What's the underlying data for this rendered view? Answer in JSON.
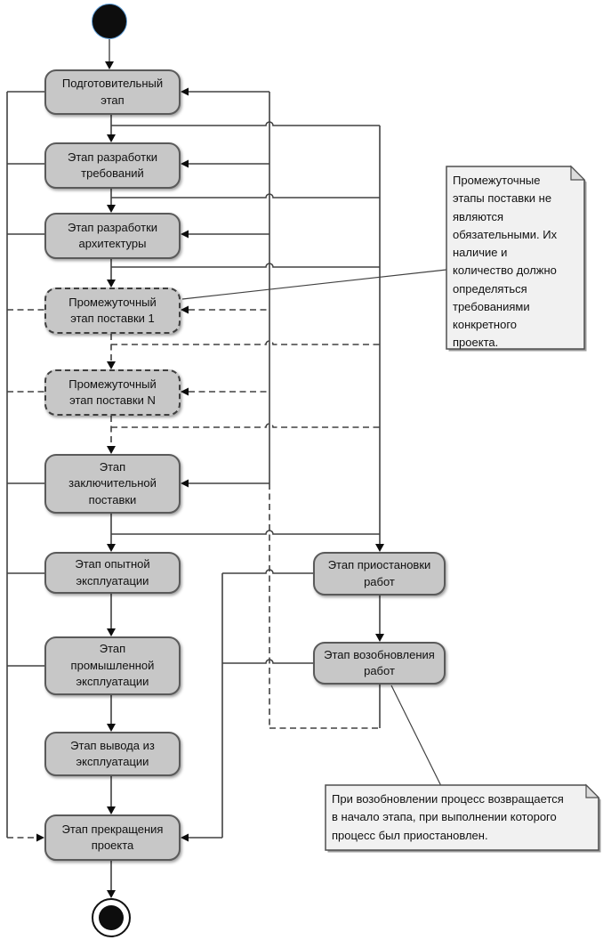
{
  "diagram": {
    "kind": "uml-activity-diagram",
    "nodes": {
      "preparation": {
        "label": "Подготовительный\nэтап"
      },
      "requirements": {
        "label": "Этап разработки\nтребований"
      },
      "architecture": {
        "label": "Этап разработки\nархитектуры"
      },
      "delivery_1": {
        "label": "Промежуточный\nэтап поставки 1",
        "border": "dashed"
      },
      "delivery_n": {
        "label": "Промежуточный\nэтап поставки N",
        "border": "dashed"
      },
      "final_delivery": {
        "label": "Этап\nзаключительной\nпоставки"
      },
      "trial_operation": {
        "label": "Этап опытной\nэксплуатации"
      },
      "industrial_operation": {
        "label": "Этап\nпромышленной\nэксплуатации"
      },
      "decommissioning": {
        "label": "Этап вывода из\nэксплуатации"
      },
      "termination": {
        "label": "Этап прекращения\nпроекта"
      },
      "suspension": {
        "label": "Этап приостановки\nработ"
      },
      "resumption": {
        "label": "Этап возобновления\nработ"
      }
    },
    "notes": {
      "intermediate_stages": {
        "text": "Промежуточные\nэтапы поставки не\nявляются\nобязательными. Их\nналичие и\nколичество должно\nопределяться\nтребованиями\nконкретного\nпроекта.",
        "attached_to": "delivery_1"
      },
      "resume_behavior": {
        "text": "При возобновлении процесс возвращается\nв начало этапа, при выполнении которого\nпроцесс был приостановлен.",
        "attached_to": "resumption"
      }
    },
    "edges": [
      {
        "from": "start",
        "to": "preparation",
        "style": "solid"
      },
      {
        "from": "preparation",
        "to": "requirements",
        "style": "solid"
      },
      {
        "from": "requirements",
        "to": "architecture",
        "style": "solid"
      },
      {
        "from": "architecture",
        "to": "delivery_1",
        "style": "solid"
      },
      {
        "from": "delivery_1",
        "to": "delivery_n",
        "style": "dashed"
      },
      {
        "from": "delivery_n",
        "to": "final_delivery",
        "style": "dashed"
      },
      {
        "from": "final_delivery",
        "to": "trial_operation",
        "style": "solid"
      },
      {
        "from": "trial_operation",
        "to": "industrial_operation",
        "style": "solid"
      },
      {
        "from": "industrial_operation",
        "to": "decommissioning",
        "style": "solid"
      },
      {
        "from": "decommissioning",
        "to": "termination",
        "style": "solid"
      },
      {
        "from": "termination",
        "to": "end",
        "style": "solid"
      },
      {
        "from": "preparation",
        "to": "suspension",
        "style": "solid"
      },
      {
        "from": "requirements",
        "to": "suspension",
        "style": "solid"
      },
      {
        "from": "architecture",
        "to": "suspension",
        "style": "solid"
      },
      {
        "from": "delivery_1",
        "to": "suspension",
        "style": "dashed"
      },
      {
        "from": "delivery_n",
        "to": "suspension",
        "style": "dashed"
      },
      {
        "from": "final_delivery",
        "to": "suspension",
        "style": "solid"
      },
      {
        "from": "suspension",
        "to": "resumption",
        "style": "solid"
      },
      {
        "from": "resumption",
        "to": "preparation",
        "style": "solid"
      },
      {
        "from": "resumption",
        "to": "requirements",
        "style": "solid"
      },
      {
        "from": "resumption",
        "to": "architecture",
        "style": "solid"
      },
      {
        "from": "resumption",
        "to": "delivery_1",
        "style": "dashed"
      },
      {
        "from": "resumption",
        "to": "delivery_n",
        "style": "dashed"
      },
      {
        "from": "resumption",
        "to": "final_delivery",
        "style": "solid"
      },
      {
        "from": "left_rail_all_stages",
        "to": "termination",
        "style": "solid"
      },
      {
        "from": "suspension",
        "to": "termination",
        "style": "solid"
      },
      {
        "from": "resumption",
        "to": "termination",
        "style": "solid"
      }
    ],
    "colors": {
      "node_fill": "#c7c7c7",
      "node_border": "#5a5a5a",
      "note_fill": "#f1f1f1",
      "note_border": "#4f4f4f",
      "line": "#414141",
      "start_node_ring": "#5b9bd5",
      "background": "#ffffff"
    }
  }
}
